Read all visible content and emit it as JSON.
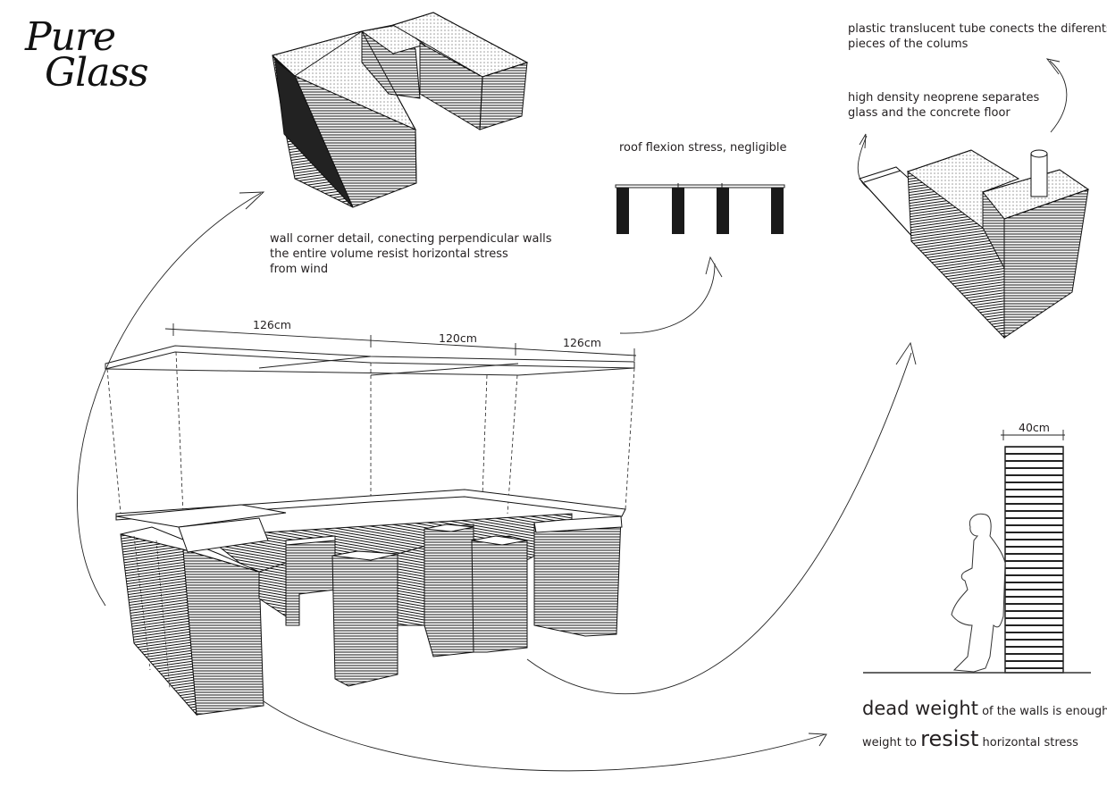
{
  "title": {
    "line1": "Pure",
    "line2": "Glass"
  },
  "annotations": {
    "wall_corner": [
      "wall corner detail, conecting perpendicular walls",
      "the entire volume resist horizontal stress",
      "from wind"
    ],
    "roof_flexion": "roof flexion stress, negligible",
    "tube": [
      "plastic translucent tube conects the diferents",
      "pieces of the colums"
    ],
    "neoprene": [
      "high density neoprene separates",
      "glass and the concrete floor"
    ],
    "dead_weight": {
      "emph1": "dead weight",
      "rest1": "of the walls is enough",
      "lead2": "weight to",
      "emph2": "resist",
      "rest2": "horizontal stress"
    }
  },
  "dimensions": {
    "span_left": "126cm",
    "span_middle": "120cm",
    "span_right": "126cm",
    "wall_thickness": "40cm"
  },
  "colors": {
    "ink": "#231f20",
    "column_fill": "#1a1a1a"
  }
}
